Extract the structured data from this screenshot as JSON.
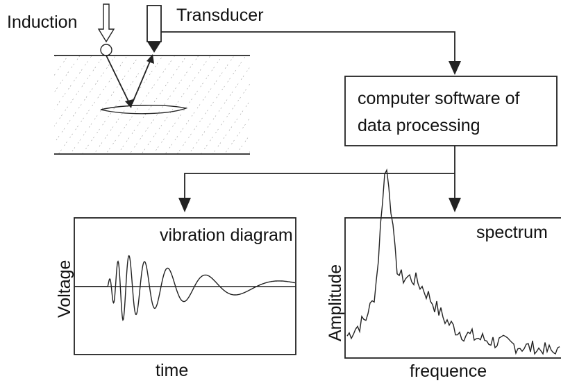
{
  "labels": {
    "induction": "Induction",
    "transducer": "Transducer",
    "software_line1": "computer software of",
    "software_line2": "data processing",
    "vibration_title": "vibration diagram",
    "vibration_ylabel": "Voltage",
    "vibration_xlabel": "time",
    "spectrum_title": "spectrum",
    "spectrum_ylabel": "Amplitude",
    "spectrum_xlabel": "frequence"
  },
  "colors": {
    "stroke": "#222222",
    "text": "#111111",
    "background": "#ffffff"
  }
}
